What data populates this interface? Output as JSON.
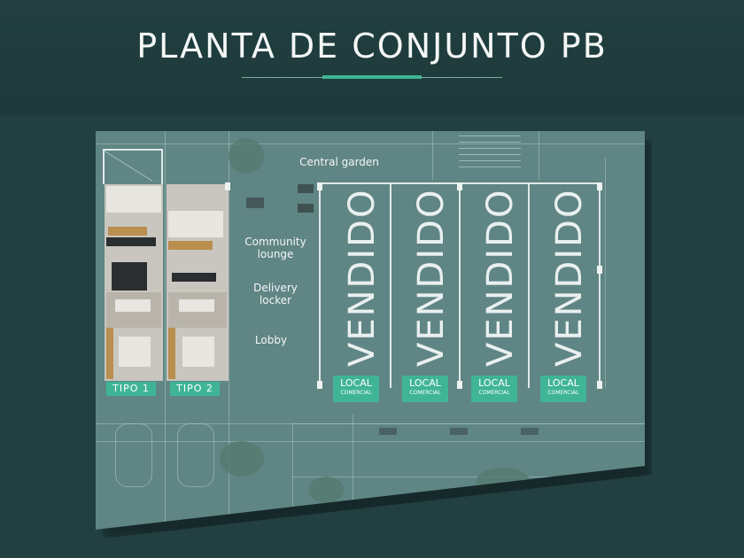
{
  "title": "PLANTA DE CONJUNTO PB",
  "colors": {
    "accent": "#3fb596",
    "background": "#1f3c3e",
    "plan": "#5f8584"
  },
  "areas": {
    "central_garden": "Central garden",
    "community_lounge": "Community lounge",
    "delivery_locker": "Delivery locker",
    "lobby": "Lobby"
  },
  "locales": [
    {
      "status": "VENDIDO",
      "label": "LOCAL",
      "sublabel": "COMERCIAL"
    },
    {
      "status": "VENDIDO",
      "label": "LOCAL",
      "sublabel": "COMERCIAL"
    },
    {
      "status": "VENDIDO",
      "label": "LOCAL",
      "sublabel": "COMERCIAL"
    },
    {
      "status": "VENDIDO",
      "label": "LOCAL",
      "sublabel": "COMERCIAL"
    }
  ],
  "units": [
    {
      "label": "TIPO 1"
    },
    {
      "label": "TIPO 2"
    }
  ]
}
